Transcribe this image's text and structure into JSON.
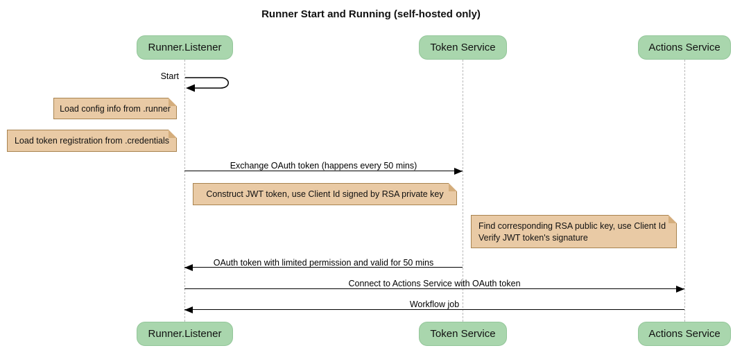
{
  "title": "Runner Start and Running (self-hosted only)",
  "participants": [
    {
      "label": "Runner.Listener"
    },
    {
      "label": "Token Service"
    },
    {
      "label": "Actions Service"
    }
  ],
  "messages": [
    {
      "label": "Start",
      "from": "Runner.Listener",
      "to": "Runner.Listener",
      "kind": "self-arrow"
    },
    {
      "label": "Exchange OAuth token (happens every 50 mins)",
      "from": "Runner.Listener",
      "to": "Token Service",
      "kind": "solid-arrow"
    },
    {
      "label": "OAuth token with limited permission and valid for 50 mins",
      "from": "Token Service",
      "to": "Runner.Listener",
      "kind": "solid-arrow"
    },
    {
      "label": "Connect to Actions Service with OAuth token",
      "from": "Runner.Listener",
      "to": "Actions Service",
      "kind": "solid-arrow"
    },
    {
      "label": "Workflow job",
      "from": "Actions Service",
      "to": "Runner.Listener",
      "kind": "solid-arrow"
    }
  ],
  "notes": [
    {
      "label": "Load config info from .runner",
      "position": "left of Runner.Listener"
    },
    {
      "label": "Load token registration from .credentials",
      "position": "left of Runner.Listener"
    },
    {
      "label": "Construct JWT token, use Client Id signed by RSA private key",
      "position": "right of Runner.Listener"
    },
    {
      "position": "left of Actions Service",
      "lines": [
        "Find corresponding RSA public key, use Client Id",
        "Verify JWT token's signature"
      ]
    }
  ],
  "colors": {
    "background": "#ffffff",
    "participant_fill": "#a9d6ad",
    "participant_border": "#93c699",
    "note_fill": "#e9caa5",
    "note_border": "#a8834f",
    "lifeline": "#b8b8b8",
    "line": "#000000"
  }
}
